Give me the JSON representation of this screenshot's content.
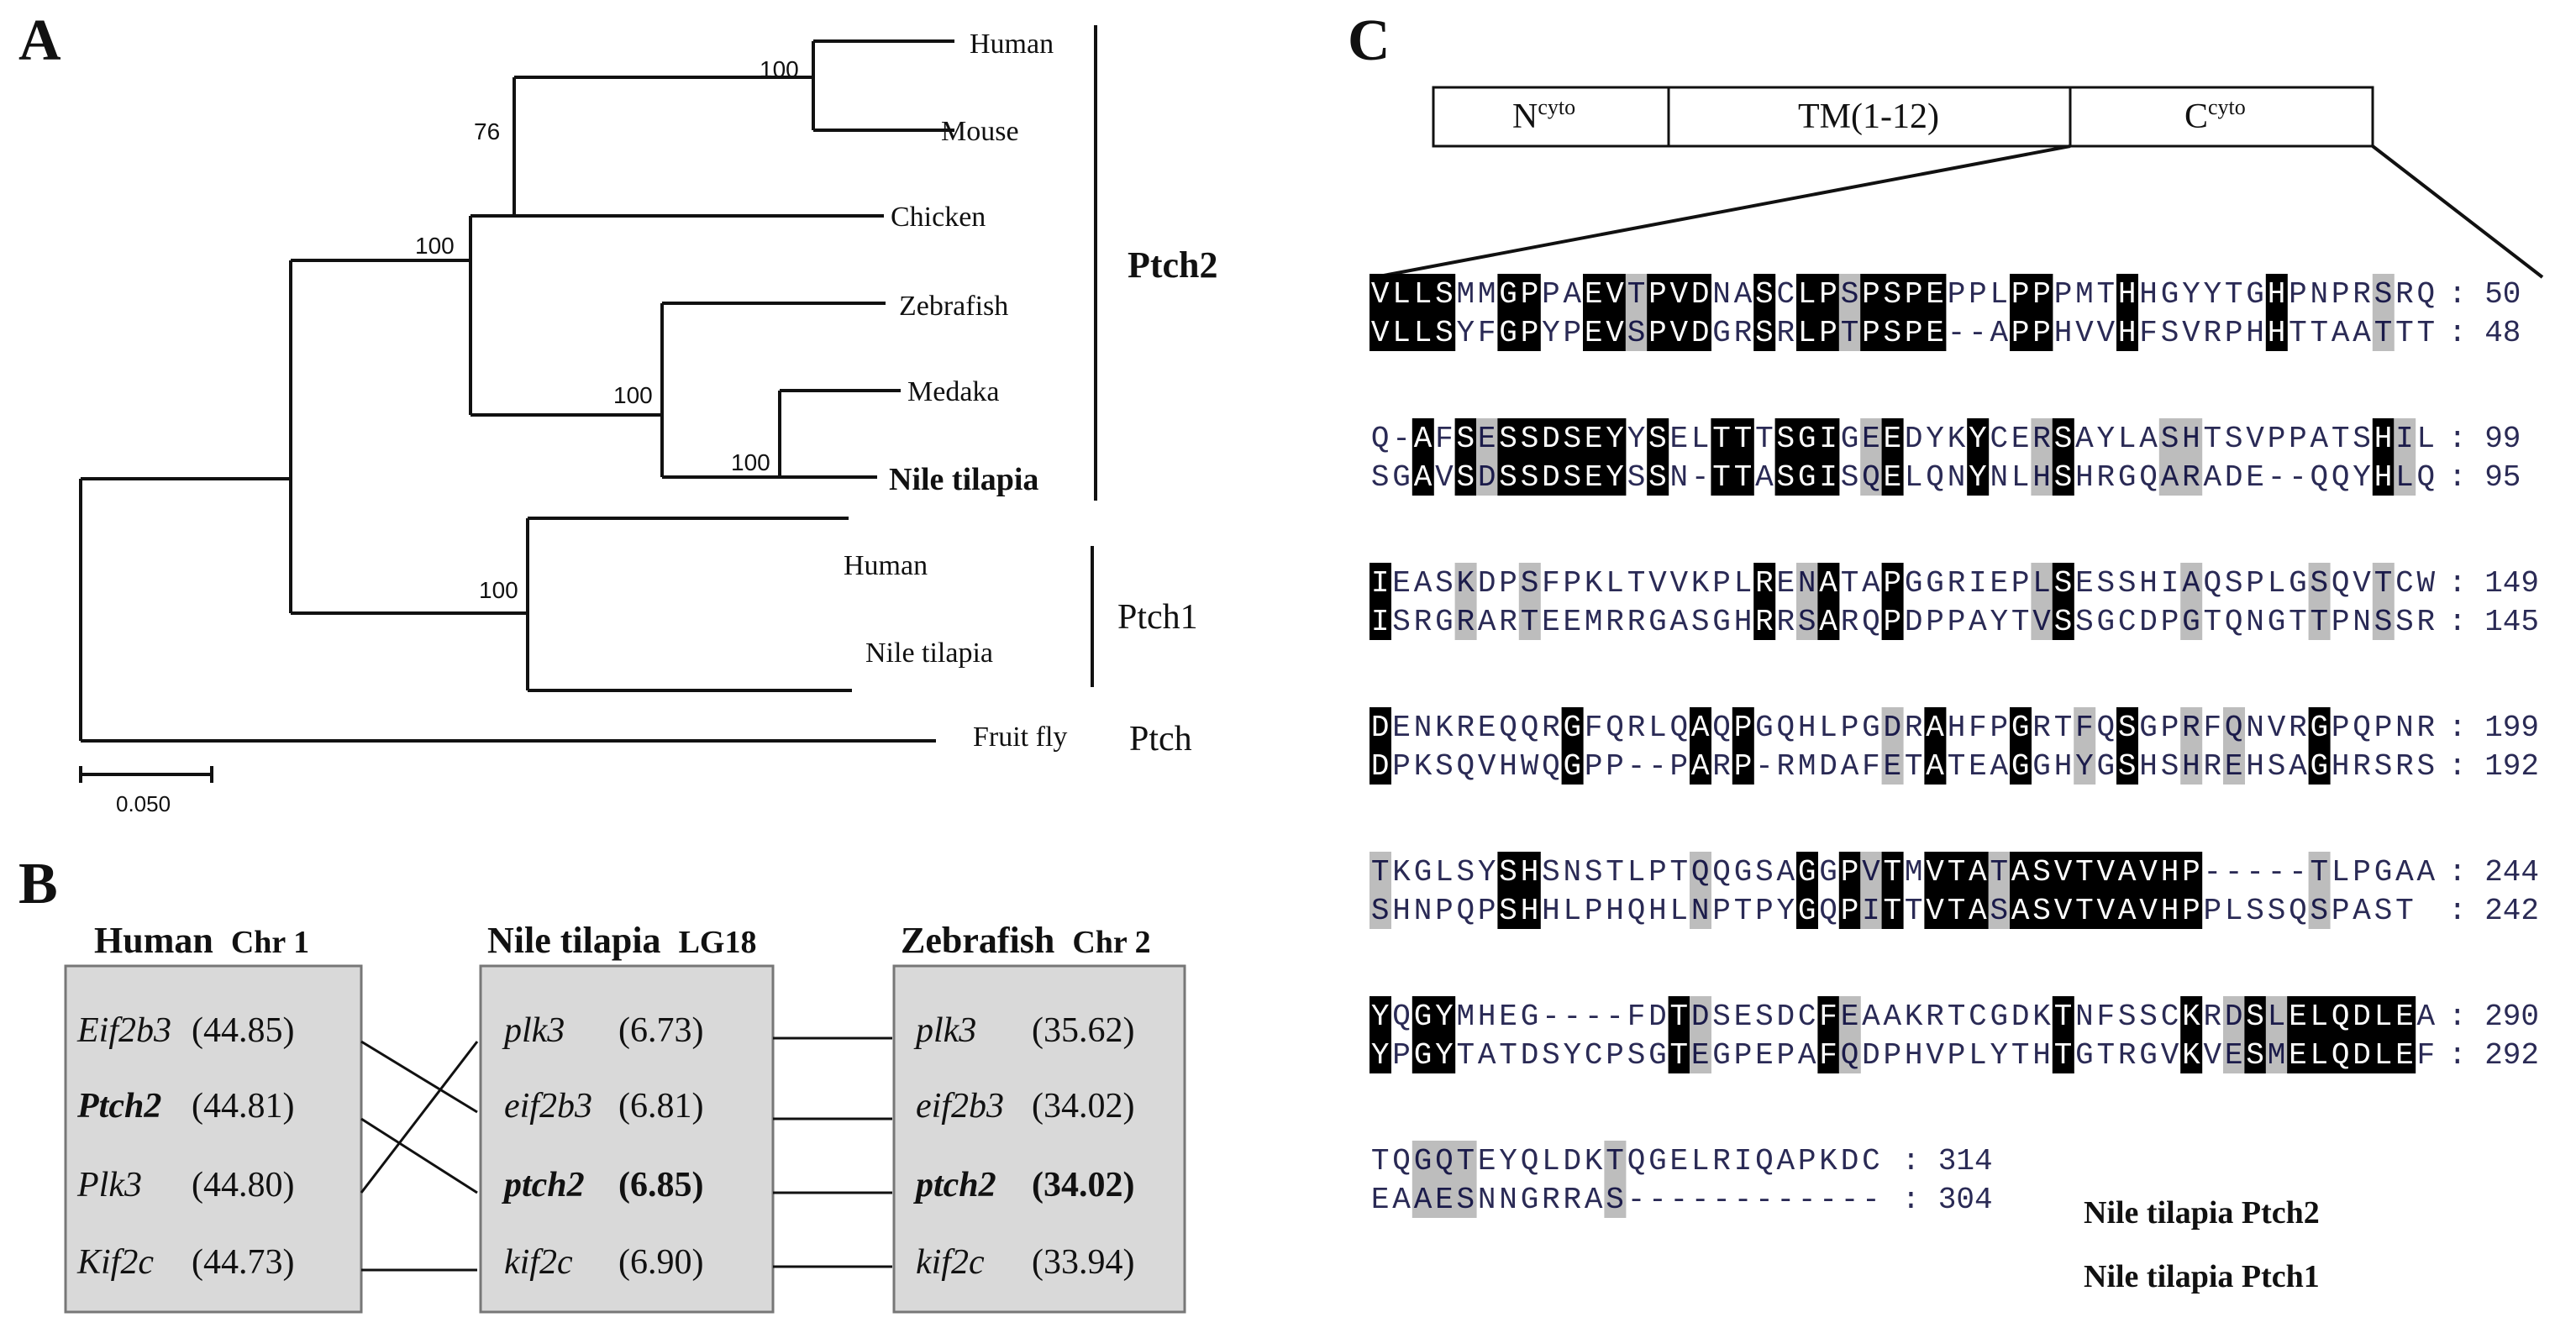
{
  "panels": {
    "a": "A",
    "b": "B",
    "c": "C"
  },
  "tree": {
    "taxa": [
      "Human",
      "Mouse",
      "Chicken",
      "Zebrafish",
      "Medaka",
      "Nile tilapia",
      "Human",
      "Nile tilapia",
      "Fruit fly"
    ],
    "bootstrap": [
      "100",
      "76",
      "100",
      "100",
      "100",
      "100"
    ],
    "groups": [
      "Ptch2",
      "Ptch1",
      "Ptch"
    ],
    "scale_label": "0.050"
  },
  "synteny": {
    "columns": [
      {
        "species": "Human",
        "chr": "Chr 1",
        "genes": [
          {
            "name": "Eif2b3",
            "pos": "(44.85)"
          },
          {
            "name": "Ptch2",
            "pos": "(44.81)"
          },
          {
            "name": "Plk3",
            "pos": "(44.80)"
          },
          {
            "name": "Kif2c",
            "pos": "(44.73)"
          }
        ]
      },
      {
        "species": "Nile tilapia",
        "chr": "LG18",
        "genes": [
          {
            "name": "plk3",
            "pos": "(6.73)"
          },
          {
            "name": "eif2b3",
            "pos": "(6.81)"
          },
          {
            "name": "ptch2",
            "pos": "(6.85)"
          },
          {
            "name": "kif2c",
            "pos": "(6.90)"
          }
        ]
      },
      {
        "species": "Zebrafish",
        "chr": "Chr 2",
        "genes": [
          {
            "name": "plk3",
            "pos": "(35.62)"
          },
          {
            "name": "eif2b3",
            "pos": "(34.02)"
          },
          {
            "name": "ptch2",
            "pos": "(34.02)"
          },
          {
            "name": "kif2c",
            "pos": "(33.94)"
          }
        ]
      }
    ]
  },
  "domains": {
    "n_base": "N",
    "n_sup": "cyto",
    "tm": "TM(1-12)",
    "c_base": "C",
    "c_sup": "cyto"
  },
  "alignment": {
    "blocks": [
      {
        "seqs": [
          "VLLSMMGPPAEVTPVDNASCLPSPSPEPPLPPPMTHHGYYTGHPNPRSRQ",
          "VLLSYFGPYPEVSPVDGRSRLPTPSPE--APPHVVHFSVRPHHTTAATTT"
        ],
        "nums": [
          ": 50",
          ": 48"
        ]
      },
      {
        "seqs": [
          "Q-AFSESSDSEYYSELTTTSGIGEEDYKYCERSAYLASHTSVPPATSHIL",
          "SGAVSDSSDSEYSSN-TTASGISQELQNYNLHSHRGQARADE--QQYHLQ"
        ],
        "nums": [
          ": 99",
          ": 95"
        ]
      },
      {
        "seqs": [
          "IEASKDPSFPKLTVVKPLRENATAPGGRIEPLSESSHIAQSPLGSQVTCW",
          "ISRGRARTEEMRRGASGHRRSARQPDPPAYTVSSGCDPGTQNGTTPNSSR"
        ],
        "nums": [
          ": 149",
          ": 145"
        ]
      },
      {
        "seqs": [
          "DENKREQQRGFQRLQAQPGQHLPGDRAHFPGRTFQSGPRFQNVRGPQPNR",
          "DPKSQVHWQGPP--PARP-RMDAFETATEAGGHYGSHSHREHSAGHRSRS"
        ],
        "nums": [
          ": 199",
          ": 192"
        ]
      },
      {
        "seqs": [
          "TKGLSYSHSNSTLPTQQGSAGGPVTMVTATASVTVAVHP-----TLPGAA",
          "SHNPQPSHHLPHQHLNPTPYGQPITTVTASASVTVAVHPPLSSQSPAST"
        ],
        "nums": [
          ": 244",
          ": 242"
        ]
      },
      {
        "seqs": [
          "YQGYMHEG----FDTDSESDCFEAAKRTCGDKTNFSSCKRDSLELQDLEA",
          "YPGYTATDSYCPSGTEGPEPAFQDPHVPLYTHTGTRGVKVESMELQDLEF"
        ],
        "nums": [
          ": 290",
          ": 292"
        ]
      },
      {
        "seqs": [
          "TQGQTEYQLDKTQGELRIQAPKDC",
          "EAAESNNGRRAS------------"
        ],
        "nums": [
          ": 314",
          ": 304"
        ]
      }
    ],
    "legend": [
      "Nile tilapia Ptch2",
      "Nile tilapia Ptch1"
    ]
  }
}
